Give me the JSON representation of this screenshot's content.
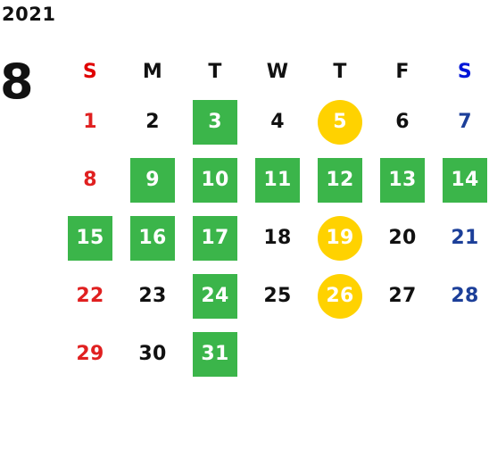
{
  "year": "2021",
  "month": "8",
  "colors": {
    "green": "#3bb54a",
    "yellow": "#ffd200",
    "sunday_red": "#e02020",
    "saturday_blue": "#1c3f99"
  },
  "weekdays": [
    "S",
    "M",
    "T",
    "W",
    "T",
    "F",
    "S"
  ],
  "weeks": [
    [
      {
        "day": "1",
        "mark": "none"
      },
      {
        "day": "2",
        "mark": "none"
      },
      {
        "day": "3",
        "mark": "green"
      },
      {
        "day": "4",
        "mark": "none"
      },
      {
        "day": "5",
        "mark": "yellow-circle"
      },
      {
        "day": "6",
        "mark": "none"
      },
      {
        "day": "7",
        "mark": "none"
      }
    ],
    [
      {
        "day": "8",
        "mark": "none"
      },
      {
        "day": "9",
        "mark": "green"
      },
      {
        "day": "10",
        "mark": "green"
      },
      {
        "day": "11",
        "mark": "green"
      },
      {
        "day": "12",
        "mark": "green"
      },
      {
        "day": "13",
        "mark": "green"
      },
      {
        "day": "14",
        "mark": "green"
      }
    ],
    [
      {
        "day": "15",
        "mark": "green"
      },
      {
        "day": "16",
        "mark": "green"
      },
      {
        "day": "17",
        "mark": "green"
      },
      {
        "day": "18",
        "mark": "none"
      },
      {
        "day": "19",
        "mark": "yellow-circle"
      },
      {
        "day": "20",
        "mark": "none"
      },
      {
        "day": "21",
        "mark": "none"
      }
    ],
    [
      {
        "day": "22",
        "mark": "none"
      },
      {
        "day": "23",
        "mark": "none"
      },
      {
        "day": "24",
        "mark": "green"
      },
      {
        "day": "25",
        "mark": "none"
      },
      {
        "day": "26",
        "mark": "yellow-circle"
      },
      {
        "day": "27",
        "mark": "none"
      },
      {
        "day": "28",
        "mark": "none"
      }
    ],
    [
      {
        "day": "29",
        "mark": "none"
      },
      {
        "day": "30",
        "mark": "none"
      },
      {
        "day": "31",
        "mark": "green"
      }
    ]
  ]
}
